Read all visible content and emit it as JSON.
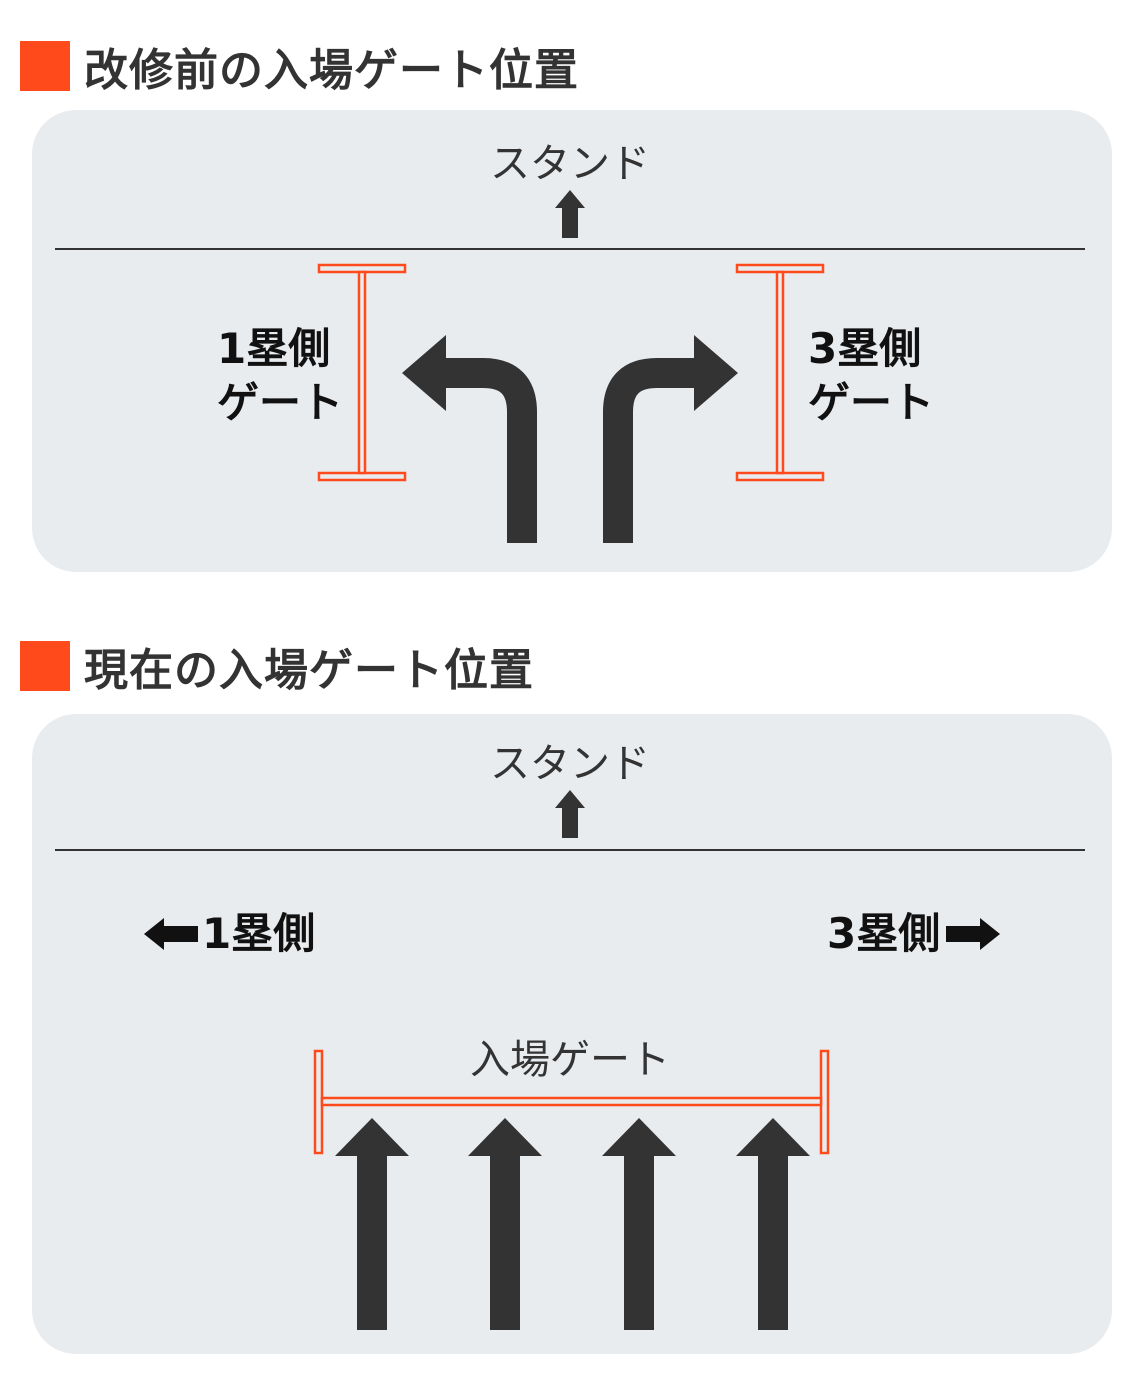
{
  "colors": {
    "accent": "#ff4a1c",
    "gate_line": "#ff4a1c",
    "arrow": "#333333",
    "panel_bg": "#e9ecef",
    "text_dark": "#111111",
    "text": "#333333"
  },
  "before": {
    "title": "改修前の入場ゲート位置",
    "stand_label": "スタンド",
    "left_gate": {
      "line1": "1塁側",
      "line2": "ゲート"
    },
    "right_gate": {
      "line1": "3塁側",
      "line2": "ゲート"
    }
  },
  "after": {
    "title": "現在の入場ゲート位置",
    "stand_label": "スタンド",
    "left_label": "1塁側",
    "right_label": "3塁側",
    "gate_label": "入場ゲート"
  }
}
